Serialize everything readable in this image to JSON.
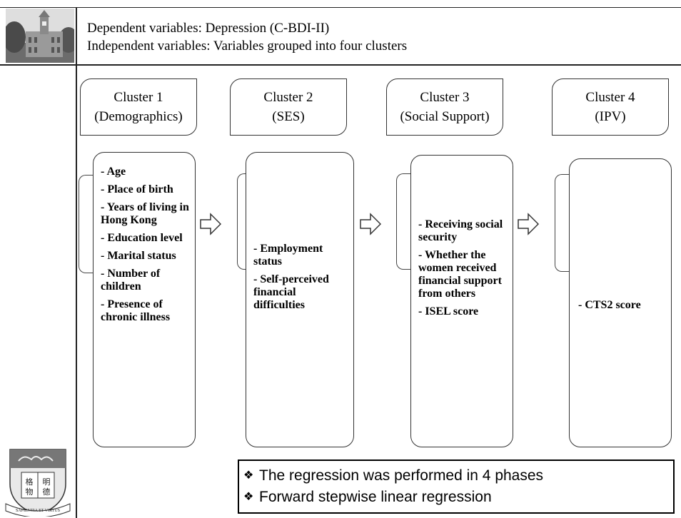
{
  "header": {
    "dependent": "Dependent variables: Depression (C-BDI-II)",
    "independent": "Independent variables: Variables grouped into four clusters"
  },
  "clusters": [
    {
      "name": "Cluster 1",
      "sub": "(Demographics)",
      "variables": [
        "- Age",
        "- Place of birth",
        "- Years of living in Hong Kong",
        "- Education level",
        "- Marital status",
        "- Number of children",
        "- Presence of chronic illness"
      ]
    },
    {
      "name": "Cluster 2",
      "sub": "(SES)",
      "variables": [
        "- Employment status",
        "- Self-perceived financial difficulties"
      ]
    },
    {
      "name": "Cluster 3",
      "sub": "(Social Support)",
      "variables": [
        "- Receiving social security",
        "- Whether the women received financial support from others",
        "- ISEL score"
      ]
    },
    {
      "name": "Cluster 4",
      "sub": "(IPV)",
      "variables": [
        "- CTS2 score"
      ]
    }
  ],
  "notes": {
    "bullet": "❖",
    "items": [
      "The regression was performed in 4 phases",
      "Forward stepwise linear regression"
    ]
  },
  "crest": {
    "motto": "SAPIENTIA ET VIRTUS",
    "chars": [
      "格",
      "明",
      "物",
      "德"
    ]
  }
}
